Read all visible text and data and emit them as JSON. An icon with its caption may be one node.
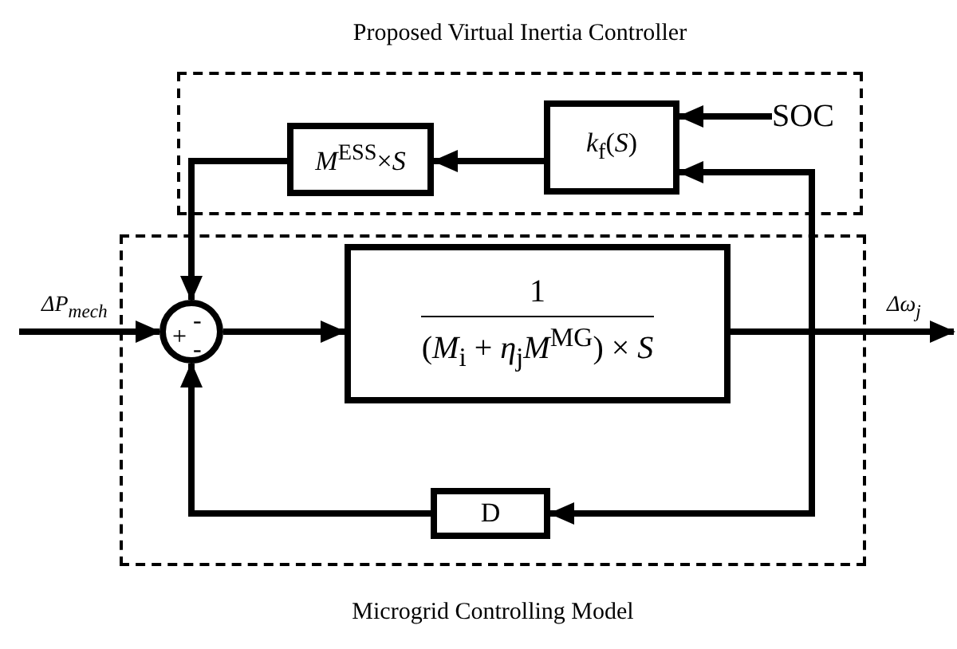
{
  "diagram": {
    "nodes": [
      {
        "text": [
          "Proposed Virtual Inertia Controller"
        ]
      },
      {
        "text": [
          "*M*$^{ESS}$×*S*"
        ],
        "in": 0
      },
      {
        "text": [
          "*k*$_{f}$(*S*)"
        ],
        "in": 0
      },
      {
        "text": [
          "SOC"
        ],
        "in": 0
      },
      {
        "text": [
          "Microgrid Controlling Model"
        ]
      },
      {
        "text": [
          "+",
          "-",
          "-"
        ],
        "in": 4
      },
      {
        "text": [
          "1",
          "(*M*$_{i}$ + *η*$_{j}$*M*$^{MG}$) × *S*"
        ],
        "in": 4
      },
      {
        "text": [
          "D"
        ],
        "in": 4
      }
    ],
    "edges": [
      {
        "from": 3,
        "to": 2,
        "arrow": "to"
      },
      {
        "from": 2,
        "to": 1,
        "arrow": "to"
      },
      {
        "from": 1,
        "to": 5,
        "arrow": "to"
      },
      {
        "from": null,
        "to": 5,
        "arrow": "to",
        "label": "ΔP$_{mech}$"
      },
      {
        "from": 5,
        "to": 6,
        "arrow": "to"
      },
      {
        "from": 6,
        "to": null,
        "arrow": "to",
        "label": "Δω$_{j}$"
      },
      {
        "from": 6,
        "to": 2,
        "arrow": "to"
      },
      {
        "from": 6,
        "to": 7,
        "arrow": "to"
      },
      {
        "from": 7,
        "to": 5,
        "arrow": "to"
      }
    ]
  }
}
